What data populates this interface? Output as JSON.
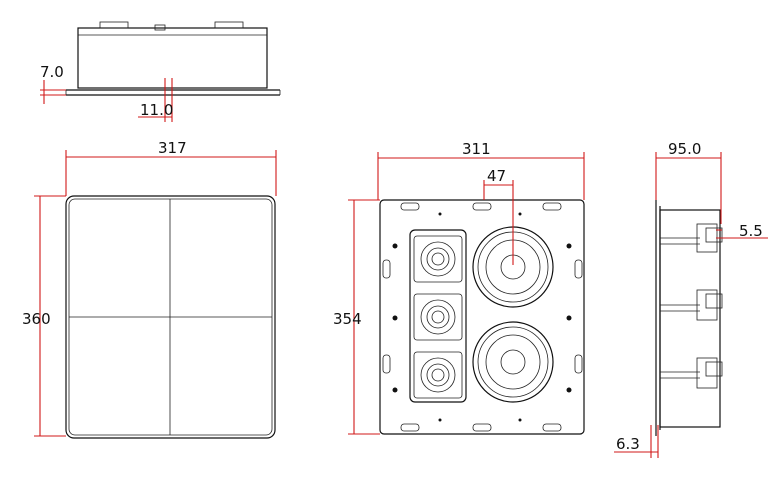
{
  "colors": {
    "dimension_line": "#d01818",
    "outline": "#111111",
    "background": "#ffffff"
  },
  "top_view": {
    "dim_edge": "7.0",
    "dim_offset": "11.0"
  },
  "grille_front_view": {
    "dim_width": "317",
    "dim_height": "360"
  },
  "baffle_front_view": {
    "dim_width": "311",
    "dim_height": "354",
    "dim_driver_offset": "47"
  },
  "side_view": {
    "dim_depth": "95.0",
    "dim_flange": "5.5",
    "dim_lip": "6.3"
  }
}
